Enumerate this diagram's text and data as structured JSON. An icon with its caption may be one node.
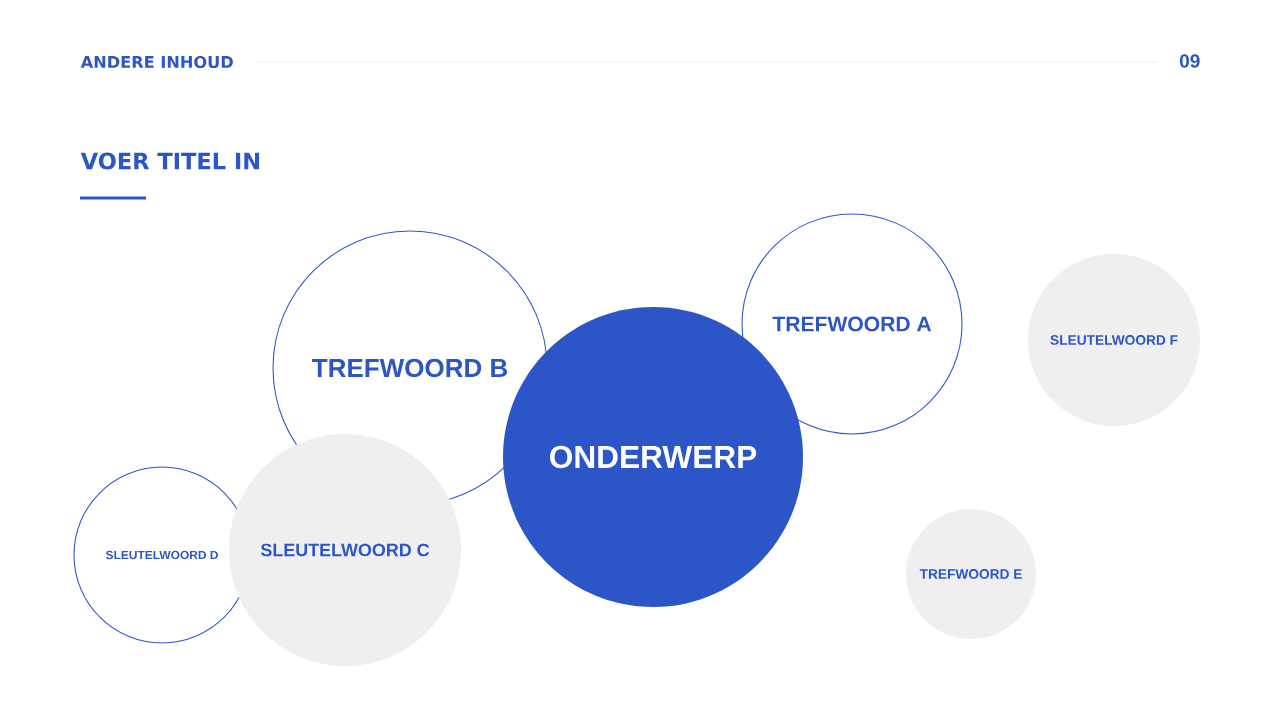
{
  "diagram": {
    "title": "VOER TITEL IN",
    "nodes": [
      {
        "text": [
          "TREFWOORD B"
        ]
      },
      {
        "text": [
          "TREFWOORD A"
        ]
      },
      {
        "text": [
          "SLEUTELWOORD F"
        ]
      },
      {
        "text": [
          "ONDERWERP"
        ]
      },
      {
        "text": [
          "SLEUTELWOORD D"
        ]
      },
      {
        "text": [
          "SLEUTELWOORD C"
        ]
      },
      {
        "text": [
          "TREFWOORD E"
        ]
      }
    ],
    "labels": [
      "ANDERE INHOUD",
      "09"
    ]
  }
}
